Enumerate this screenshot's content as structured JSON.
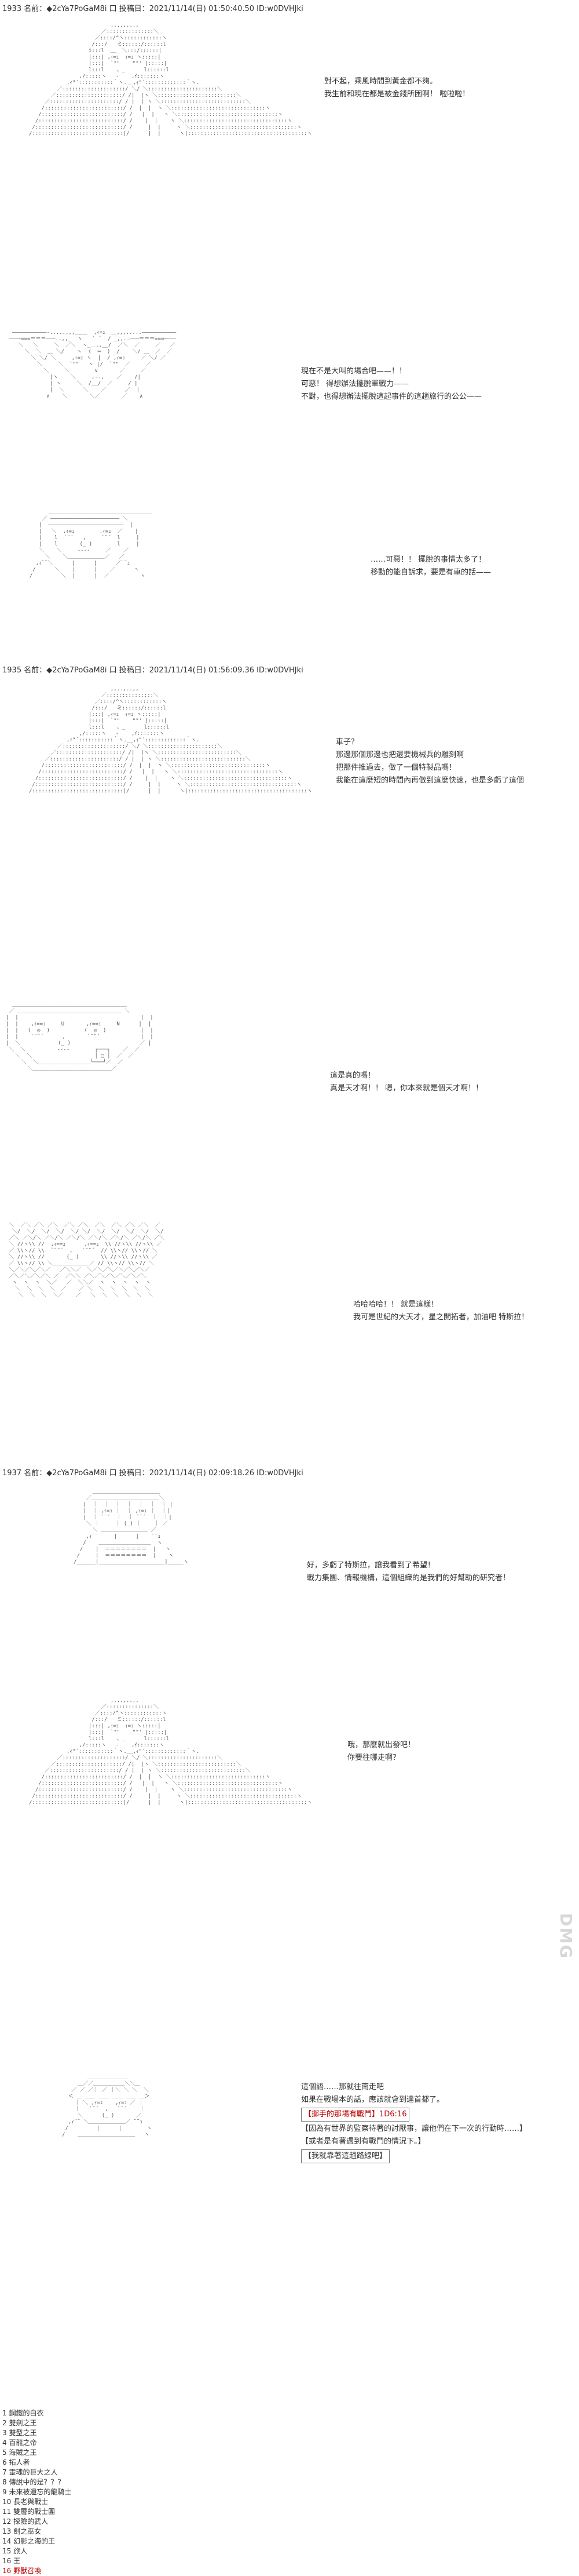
{
  "posts": [
    {
      "header": "1933 名前：◆2cYa7PoGaM8i 口 投稿日：2021/11/14(日) 01:50:40.50 ID:w0DVHJki",
      "scenes": [
        {
          "lines": [
            "對不起，乘風時間到黃金都不夠。",
            "我生前和現在都是被金錢所困啊！ 啦啦啦！"
          ]
        },
        {
          "lines": [
            "現在不是大叫的場合吧——！！",
            "可惡！ 得想辦法擺脫軍戰力——",
            "不對，也得想辦法擺脫這起事件的這趟旅行的公公——"
          ]
        },
        {
          "lines": [
            "……可惡！！ 擺脫的事情太多了！",
            "移動的能自訴求，要是有車的話——"
          ]
        }
      ]
    },
    {
      "header": "1935 名前：◆2cYa7PoGaM8i 口 投稿日：2021/11/14(日) 01:56:09.36 ID:w0DVHJki",
      "scenes": [
        {
          "lines": [
            "車子？",
            "那邊那個那邊也把還要機械兵的雕刻啊",
            "把那件推過去，做了一個特製品嗎！",
            "我能在這麼短的時間內再做到這麼快速，也是多虧了這個"
          ]
        },
        {
          "lines": [
            "這是真的嗎！",
            "真是天才啊！！ 嗯，你本來就是個天才啊！！"
          ]
        },
        {
          "lines": [
            "哈哈哈哈！！ 就是這樣！",
            "我可是世紀的大天才，星之開拓者，加油吧 特斯拉！"
          ]
        }
      ]
    },
    {
      "header": "1937 名前：◆2cYa7PoGaM8i 口 投稿日：2021/11/14(日) 02:09:18.26 ID:w0DVHJki",
      "scenes": [
        {
          "lines": [
            "好，多虧了特斯拉，讓我看到了希望！",
            "戰力集團、情報機構，這個組織的是我們的好幫助的研究者！"
          ]
        },
        {
          "lines": [
            "哦，那麼就出發吧！",
            "你要往哪走啊？"
          ]
        },
        {
          "lines": [
            "這個語……那就往南走吧",
            "如果在戰場本的話，應該就會到達首都了。",
            "【擲手的那場有戰鬥】1D6:16",
            "【因為有世界的監察待著的討厭事，讓他們在下一次的行動時……】",
            "【或者是有著遇到有戰鬥的情況下。】",
            "【我就靠著這趟路線吧】"
          ],
          "boxed": [
            2,
            5
          ],
          "red": [
            2
          ]
        }
      ]
    }
  ],
  "list": [
    "1 鋼鐵的白衣",
    "2 雙劍之王",
    "3 雙型之王",
    "4 百龍之帝",
    "5 海賊之王",
    "6 拓人者",
    "7 靈魂的巨大之人",
    "8 傳說中的是？？？",
    "9 未來被遺忘的龍騎士",
    "10 長老與戰士",
    "11 雙層的戰士團",
    "12 探險的武人",
    "13 劍之巫女",
    "14 幻影之海的王",
    "15 旅人",
    "16 王",
    "16 野獸召喚"
  ],
  "list_red_index": 16,
  "watermark": "DMG",
  "colors": {
    "text": "#333333",
    "accent": "#c00000",
    "art": "#555555"
  }
}
